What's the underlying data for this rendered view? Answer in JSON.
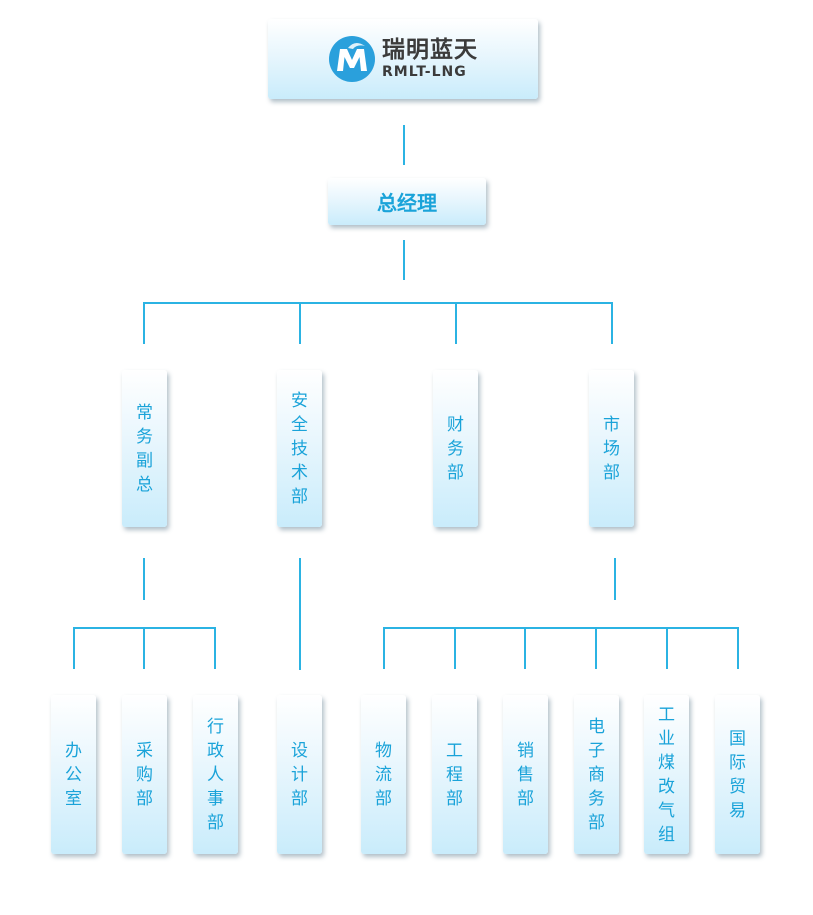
{
  "logo": {
    "name_cn": "瑞明蓝天",
    "name_en": "RMLT-LNG"
  },
  "root": {
    "label": "总经理"
  },
  "level1": [
    {
      "label": "常务副总"
    },
    {
      "label": "安全技术部"
    },
    {
      "label": "财务部"
    },
    {
      "label": "市场部"
    }
  ],
  "level2": [
    {
      "label": "办公室"
    },
    {
      "label": "采购部"
    },
    {
      "label": "行政人事部"
    },
    {
      "label": "设计部"
    },
    {
      "label": "物流部"
    },
    {
      "label": "工程部"
    },
    {
      "label": "销售部"
    },
    {
      "label": "电子商务部"
    },
    {
      "label": "工业煤改气组"
    },
    {
      "label": "国际贸易"
    }
  ],
  "colors": {
    "accent": "#1aa3d9",
    "line": "#2bb3e3",
    "logo_text": "#3b3b3b"
  }
}
